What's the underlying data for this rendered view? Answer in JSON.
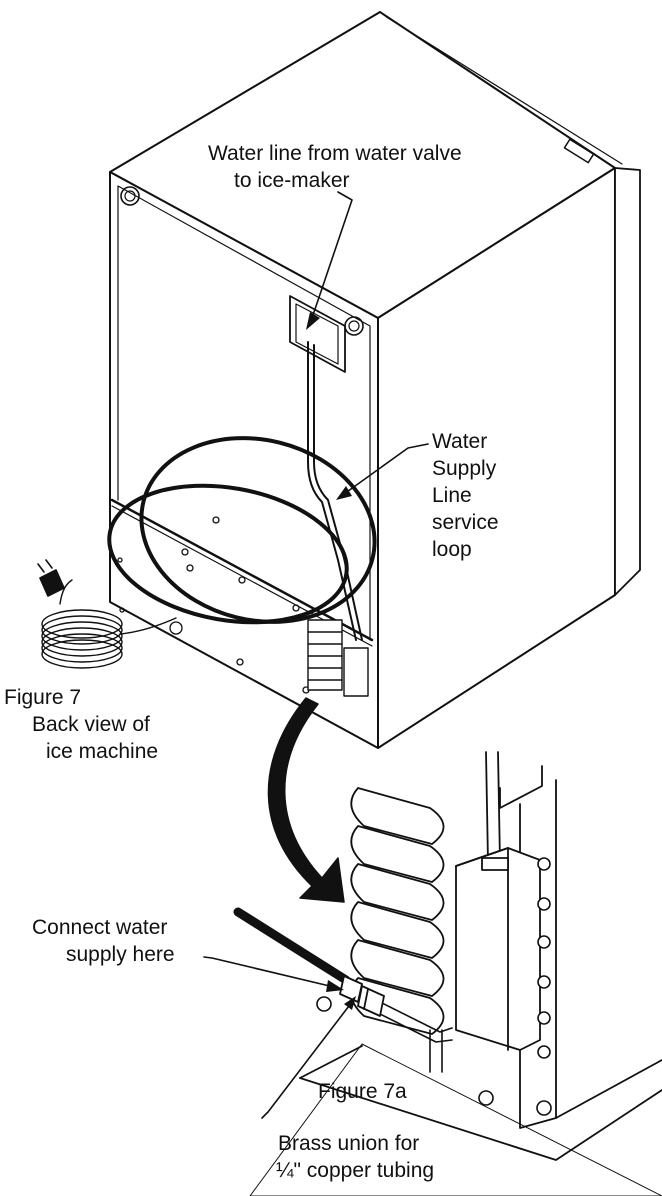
{
  "labels": {
    "water_line": [
      "Water line from water valve",
      "to ice-maker"
    ],
    "service_loop": [
      "Water",
      "Supply",
      "Line",
      "service",
      "loop"
    ],
    "figure7": [
      "Figure 7",
      "Back view of",
      "ice machine"
    ],
    "connect": [
      "Connect water",
      "supply here"
    ],
    "figure7a": "Figure 7a",
    "brass_union": [
      "Brass union for",
      "¼\" copper tubing"
    ]
  },
  "colors": {
    "line": "#111111",
    "background": "#ffffff",
    "panel": "#ffffff"
  }
}
